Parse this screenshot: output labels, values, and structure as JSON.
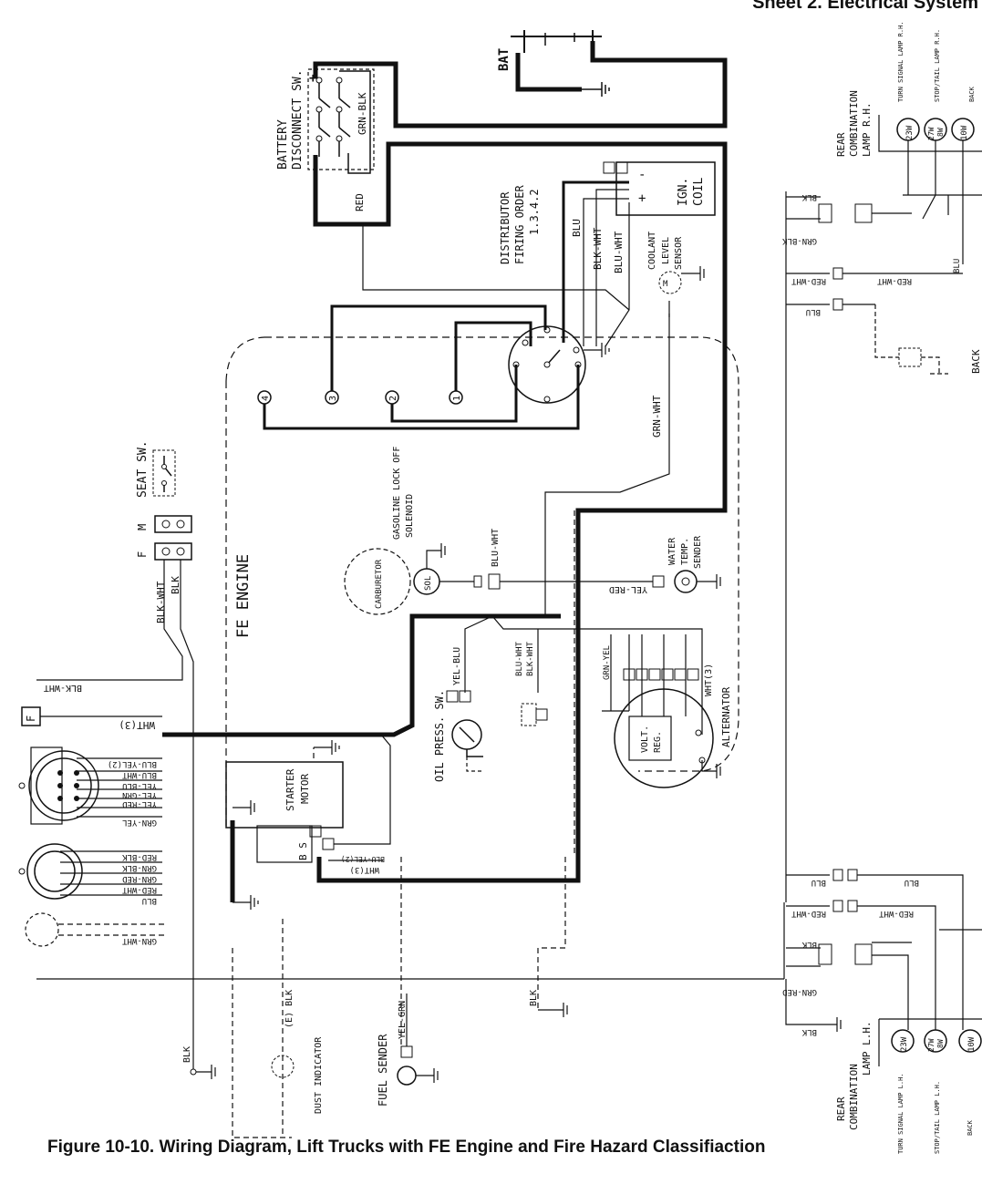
{
  "header": "Sheet 2. Electrical System",
  "caption": "Figure 10-10.  Wiring Diagram, Lift Trucks with FE Engine and Fire Hazard Classifiaction",
  "labels": {
    "bat": "BAT",
    "battery_disconnect_1": "BATTERY",
    "battery_disconnect_2": "DISCONNECT SW.",
    "grn_blk": "GRN-BLK",
    "red": "RED",
    "distributor_1": "DISTRIBUTOR",
    "distributor_2": "FIRING ORDER",
    "distributor_3": "1.3.4.2",
    "blu": "BLU",
    "blk_wht": "BLK-WHT",
    "blu_wht": "BLU-WHT",
    "ign_coil_1": "IGN.",
    "ign_coil_2": "COIL",
    "coolant_1": "COOLANT",
    "coolant_2": "LEVEL",
    "coolant_3": "SENSOR",
    "rear_comb_rh_1": "REAR",
    "rear_comb_rh_2": "COMBINATION",
    "rear_comb_rh_3": "LAMP R.H.",
    "turn_signal_rh": "TURN SIGNAL LAMP R.H.",
    "stop_tail_rh": "STOP/TAIL LAMP R.H.",
    "back_lamp_rh": "BACK",
    "back": "BACK",
    "seat_sw": "SEAT SW.",
    "f": "F",
    "m": "M",
    "blk": "BLK",
    "fe_engine": "FE ENGINE",
    "grn_wht": "GRN-WHT",
    "gasoline_1": "GASOLINE LOCK OFF",
    "gasoline_2": "SOLENOID",
    "carburetor": "CARBURETOR",
    "sol": "SOL",
    "water_temp_1": "WATER",
    "water_temp_2": "TEMP.",
    "water_temp_3": "SENDER",
    "yel_red": "YEL-RED",
    "oil_press": "OIL PRESS. SW.",
    "yel_blu": "YEL-BLU",
    "blk_wht_2": "BLK-WHT",
    "wht3": "WHT(3)",
    "alternator": "ALTERNATOR",
    "volt_reg_1": "VOLT.",
    "volt_reg_2": "REG.",
    "starter_1": "STARTER",
    "starter_2": "MOTOR",
    "b_s": "B S",
    "blu_yel2": "BLU-YEL(2)",
    "grn_yel": "GRN-YEL",
    "yel_grn": "YEL-GRN",
    "yel_blu_2": "YEL-BLU",
    "blu_wht_2": "BLU-WHT",
    "red_wht": "RED-WHT",
    "red_blk": "RED-BLK",
    "grn_blk_2": "GRN-BLK",
    "grn_red": "GRN-RED",
    "red_yel": "YEL-RED",
    "fuel_sender": "FUEL SENDER",
    "dust_indicator": "DUST INDICATOR",
    "e_blk": "(E) BLK",
    "rear_comb_lh_1": "REAR",
    "rear_comb_lh_2": "COMBINATION",
    "rear_comb_lh_3": "LAMP L.H.",
    "turn_signal_lh": "TURN SIGNAL LAMP L.H.",
    "stop_tail_lh": "STOP/TAIL LAMP L.H.",
    "back_lamp_lh": "BACK",
    "lamp_23w": "23W",
    "lamp_27w": "27W",
    "lamp_8w": "8W",
    "lamp_10w": "10W",
    "cyl1": "1",
    "cyl2": "2",
    "cyl3": "3",
    "cyl4": "4"
  }
}
